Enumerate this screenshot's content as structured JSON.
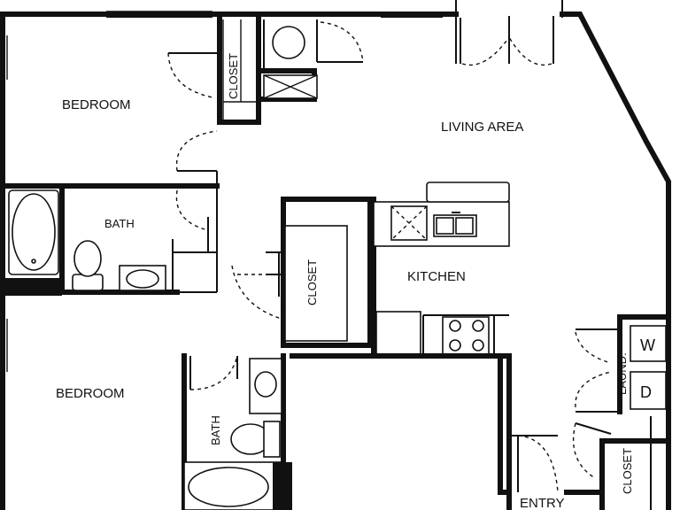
{
  "rooms": {
    "bedroom_1": "BEDROOM",
    "bedroom_2": "BEDROOM",
    "living_area": "LIVING AREA",
    "kitchen": "KITCHEN",
    "bath_1": "BATH",
    "bath_2": "BATH",
    "closet_1": "CLOSET",
    "closet_2": "CLOSET",
    "closet_3": "CLOSET",
    "laundry": "LAUND.",
    "entry": "ENTRY"
  },
  "appliances": {
    "washer": "W",
    "dryer": "D"
  }
}
